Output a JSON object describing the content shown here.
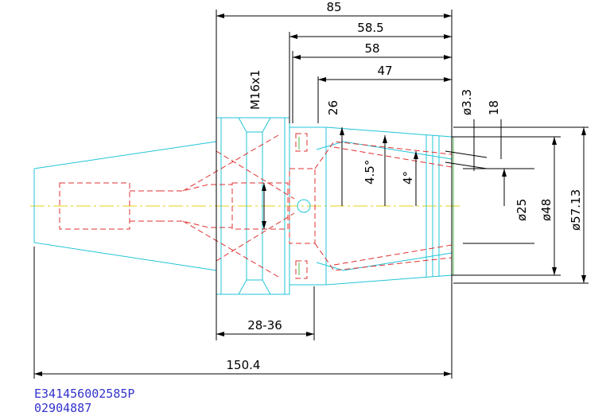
{
  "dimensions": {
    "len_85": "85",
    "len_58_5": "58.5",
    "len_58": "58",
    "len_47": "47",
    "len_26": "26",
    "len_18": "18",
    "dia_3_3": "ø3.3",
    "thread_m16": "M16x1",
    "angle_4_5": "4.5°",
    "angle_4": "4°",
    "dia_25": "ø25",
    "dia_48": "ø48",
    "dia_57_13": "ø57.13",
    "range_28_36": "28-36",
    "len_150_4": "150.4"
  },
  "codes": {
    "part_number": "E341456002585P",
    "serial": "02904887"
  },
  "colors": {
    "outline": "#22c4d8",
    "hidden": "#e03030",
    "centerline": "#e6d21a",
    "dimension": "#000000",
    "code_text": "#3333cc"
  }
}
